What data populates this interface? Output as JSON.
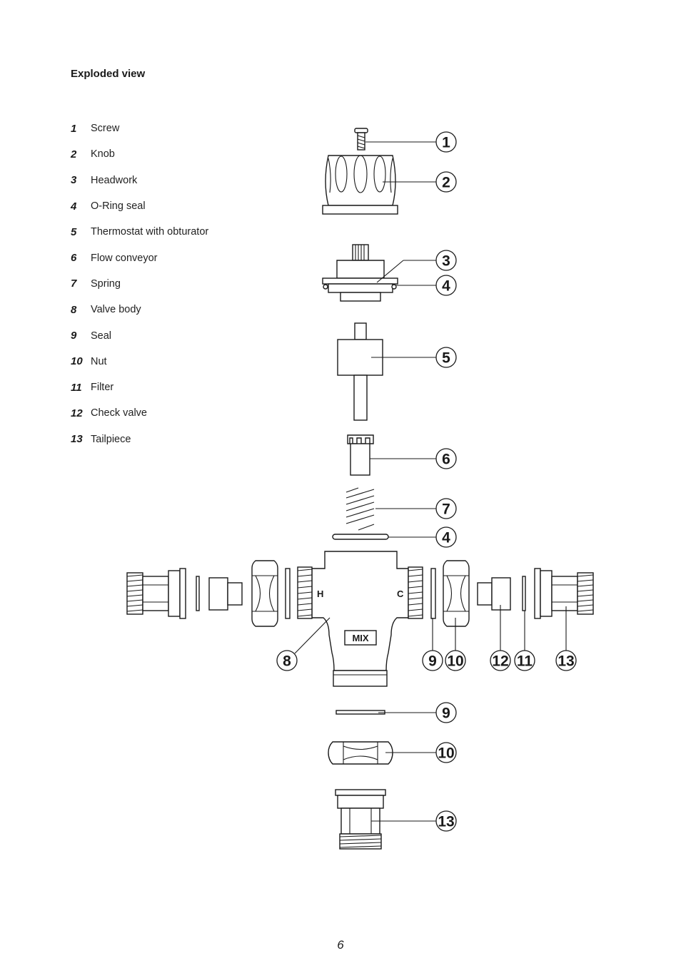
{
  "title": "Exploded view",
  "legend": [
    {
      "num": "1",
      "label": "Screw"
    },
    {
      "num": "2",
      "label": "Knob"
    },
    {
      "num": "3",
      "label": "Headwork"
    },
    {
      "num": "4",
      "label": "O-Ring seal"
    },
    {
      "num": "5",
      "label": "Thermostat with obturator"
    },
    {
      "num": "6",
      "label": "Flow conveyor"
    },
    {
      "num": "7",
      "label": "Spring"
    },
    {
      "num": "8",
      "label": "Valve body"
    },
    {
      "num": "9",
      "label": "Seal"
    },
    {
      "num": "10",
      "label": "Nut"
    },
    {
      "num": "11",
      "label": "Filter"
    },
    {
      "num": "12",
      "label": "Check valve"
    },
    {
      "num": "13",
      "label": "Tailpiece"
    }
  ],
  "diagram": {
    "body_left_letter": "H",
    "body_right_letter": "C",
    "body_plate": "MIX",
    "callouts": [
      "1",
      "2",
      "3",
      "4",
      "5",
      "6",
      "7",
      "4",
      "8",
      "9",
      "10",
      "12",
      "11",
      "13",
      "9",
      "10",
      "13"
    ]
  },
  "page_number": "6"
}
